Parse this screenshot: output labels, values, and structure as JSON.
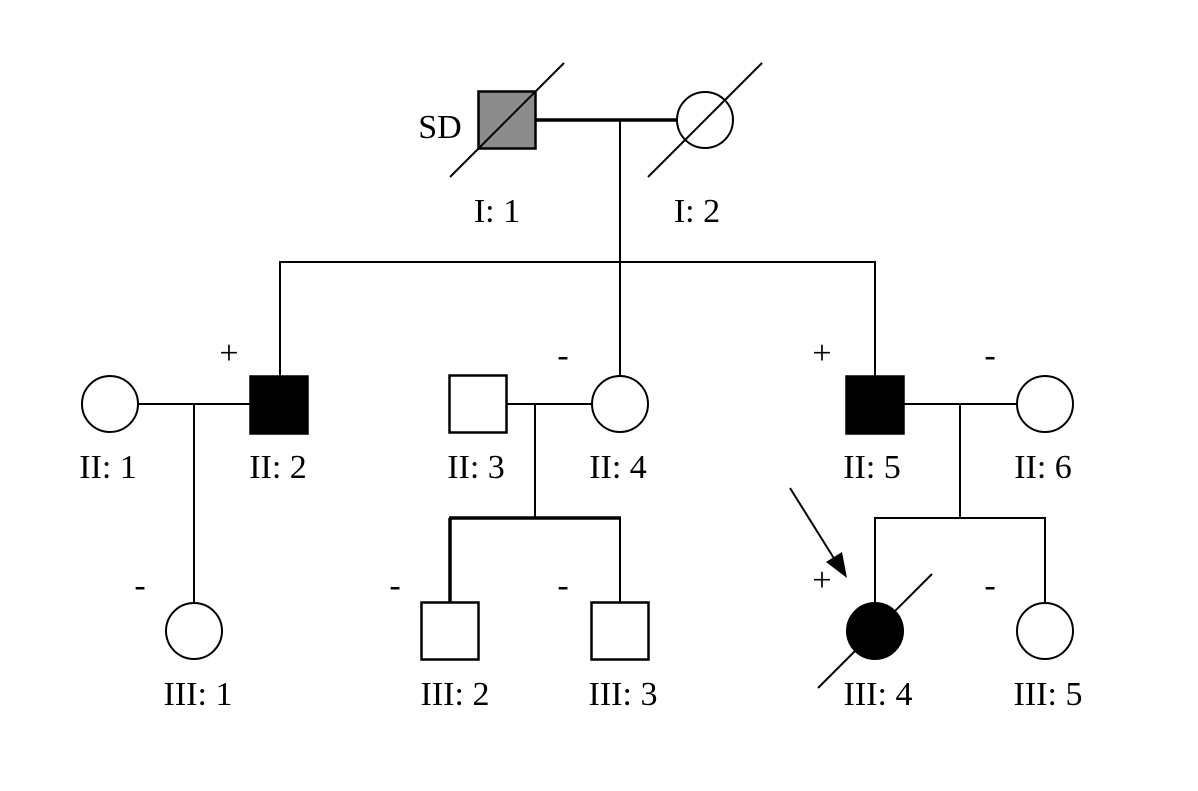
{
  "colors": {
    "affected": "#000000",
    "partial": "#8c8c8c",
    "unaffected": "#ffffff"
  },
  "annotation_I1": "SD",
  "individuals": [
    {
      "id": "I1",
      "label": "I: 1",
      "sex": "male",
      "status": "partial",
      "deceased": true,
      "test": ""
    },
    {
      "id": "I2",
      "label": "I: 2",
      "sex": "female",
      "status": "unaffected",
      "deceased": true,
      "test": ""
    },
    {
      "id": "II1",
      "label": "II: 1",
      "sex": "female",
      "status": "unaffected",
      "deceased": false,
      "test": ""
    },
    {
      "id": "II2",
      "label": "II: 2",
      "sex": "male",
      "status": "affected",
      "deceased": false,
      "test": "+"
    },
    {
      "id": "II3",
      "label": "II: 3",
      "sex": "male",
      "status": "unaffected",
      "deceased": false,
      "test": ""
    },
    {
      "id": "II4",
      "label": "II: 4",
      "sex": "female",
      "status": "unaffected",
      "deceased": false,
      "test": "-"
    },
    {
      "id": "II5",
      "label": "II: 5",
      "sex": "male",
      "status": "affected",
      "deceased": false,
      "test": "+"
    },
    {
      "id": "II6",
      "label": "II: 6",
      "sex": "female",
      "status": "unaffected",
      "deceased": false,
      "test": "-"
    },
    {
      "id": "III1",
      "label": "III: 1",
      "sex": "female",
      "status": "unaffected",
      "deceased": false,
      "test": "-"
    },
    {
      "id": "III2",
      "label": "III: 2",
      "sex": "male",
      "status": "unaffected",
      "deceased": false,
      "test": "-"
    },
    {
      "id": "III3",
      "label": "III: 3",
      "sex": "male",
      "status": "unaffected",
      "deceased": false,
      "test": "-"
    },
    {
      "id": "III4",
      "label": "III: 4",
      "sex": "female",
      "status": "affected",
      "deceased": true,
      "test": "+",
      "proband": true
    },
    {
      "id": "III5",
      "label": "III: 5",
      "sex": "female",
      "status": "unaffected",
      "deceased": false,
      "test": "-"
    }
  ]
}
